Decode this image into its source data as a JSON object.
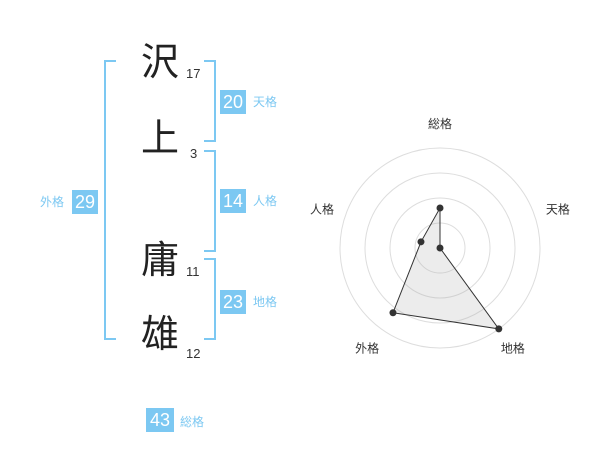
{
  "name": {
    "chars": [
      {
        "kanji": "沢",
        "strokes": "17"
      },
      {
        "kanji": "上",
        "strokes": "3"
      },
      {
        "kanji": "庸",
        "strokes": "11"
      },
      {
        "kanji": "雄",
        "strokes": "12"
      }
    ]
  },
  "fortunes": {
    "tenkaku": {
      "value": "20",
      "label": "天格"
    },
    "jinkaku": {
      "value": "14",
      "label": "人格"
    },
    "chikaku": {
      "value": "23",
      "label": "地格"
    },
    "gaikaku": {
      "value": "29",
      "label": "外格"
    },
    "soukaku": {
      "value": "43",
      "label": "総格"
    }
  },
  "colors": {
    "accent": "#7cc8f2",
    "text": "#222222"
  },
  "chart_data": {
    "type": "radar",
    "axes": [
      "総格",
      "天格",
      "地格",
      "外格",
      "人格"
    ],
    "values": [
      2,
      0,
      5,
      4,
      1
    ],
    "max": 5,
    "rings": 4,
    "grid": true
  }
}
